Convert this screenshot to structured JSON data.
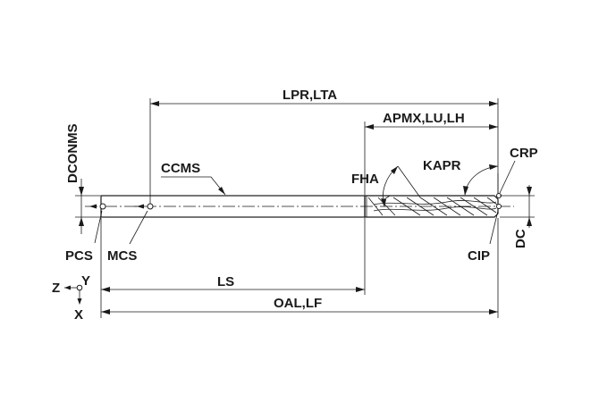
{
  "labels": {
    "lpr_lta": "LPR,LTA",
    "apmx_lu_lh": "APMX,LU,LH",
    "dconms": "DCONMS",
    "ccms": "CCMS",
    "fha": "FHA",
    "kapr": "KAPR",
    "crp": "CRP",
    "dc": "DC",
    "pcs": "PCS",
    "mcs": "MCS",
    "cip": "CIP",
    "ls": "LS",
    "oal_lf": "OAL,LF",
    "axis_z": "Z",
    "axis_y": "Y",
    "axis_x": "X"
  }
}
